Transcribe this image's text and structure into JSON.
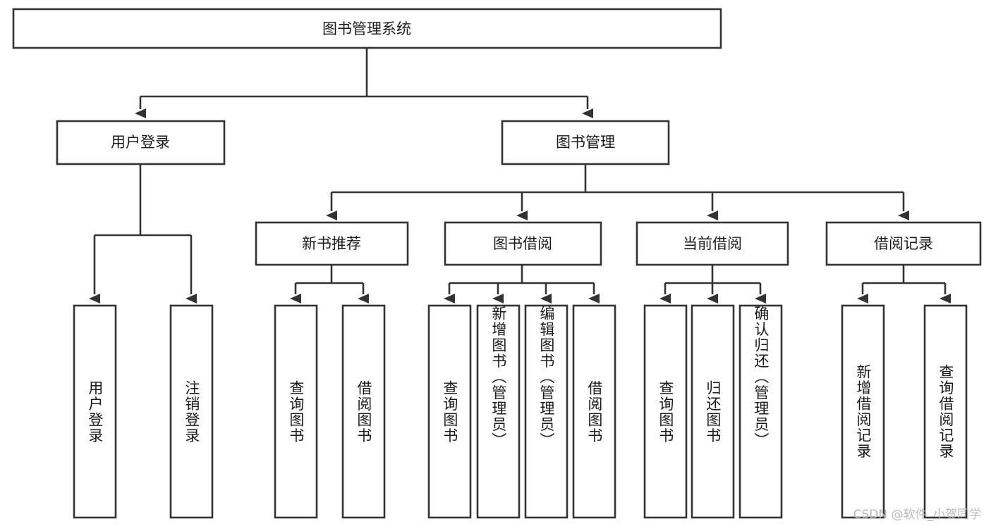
{
  "diagram": {
    "title": "图书管理系统",
    "type": "tree-hierarchy-chart",
    "root": {
      "label": "图书管理系统"
    },
    "level2": [
      {
        "label": "用户登录"
      },
      {
        "label": "图书管理"
      }
    ],
    "level3": [
      {
        "label": "新书推荐"
      },
      {
        "label": "图书借阅"
      },
      {
        "label": "当前借阅"
      },
      {
        "label": "借阅记录"
      }
    ],
    "leaves": {
      "user_login": [
        {
          "label": "用户登录"
        },
        {
          "label": "注销登录"
        }
      ],
      "new_book_recommend": [
        {
          "label": "查询图书"
        },
        {
          "label": "借阅图书"
        }
      ],
      "book_borrow": [
        {
          "label": "查询图书"
        },
        {
          "label": "新增图书（管理员）"
        },
        {
          "label": "编辑图书（管理员）"
        },
        {
          "label": "借阅图书"
        }
      ],
      "current_borrow": [
        {
          "label": "查询图书"
        },
        {
          "label": "归还图书"
        },
        {
          "label": "确认归还（管理员）"
        }
      ],
      "borrow_record": [
        {
          "label": "新增借阅记录"
        },
        {
          "label": "查询借阅记录"
        }
      ]
    }
  },
  "watermark": {
    "text": "CSDN @软件_小贺同学"
  },
  "colors": {
    "stroke": "#333333",
    "fill": "#ffffff",
    "text": "#1a1a1a",
    "watermark": "#b9b9b9"
  }
}
